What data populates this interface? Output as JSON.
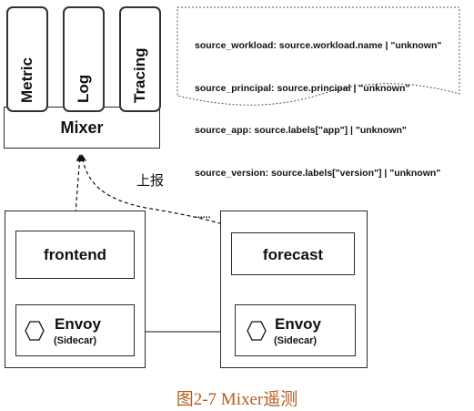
{
  "mixer": {
    "label": "Mixer",
    "adapters": [
      "Metric",
      "Log",
      "Tracing"
    ]
  },
  "attributes_note": {
    "lines": [
      "source_workload: source.workload.name | \"unknown\"",
      "source_principal: source.principal | \"unknown\"",
      "source_app: source.labels[\"app\"] | \"unknown\"",
      "source_version: source.labels[\"version\"] | \"unknown\"",
      "......"
    ]
  },
  "edge_label": "上报",
  "pods": [
    {
      "service": "frontend",
      "proxy": "Envoy",
      "proxy_role": "(Sidecar)"
    },
    {
      "service": "forecast",
      "proxy": "Envoy",
      "proxy_role": "(Sidecar)"
    }
  ],
  "caption": "图2-7 Mixer遥测",
  "colors": {
    "caption": "#b35c1e",
    "stroke": "#2a2a2a"
  }
}
